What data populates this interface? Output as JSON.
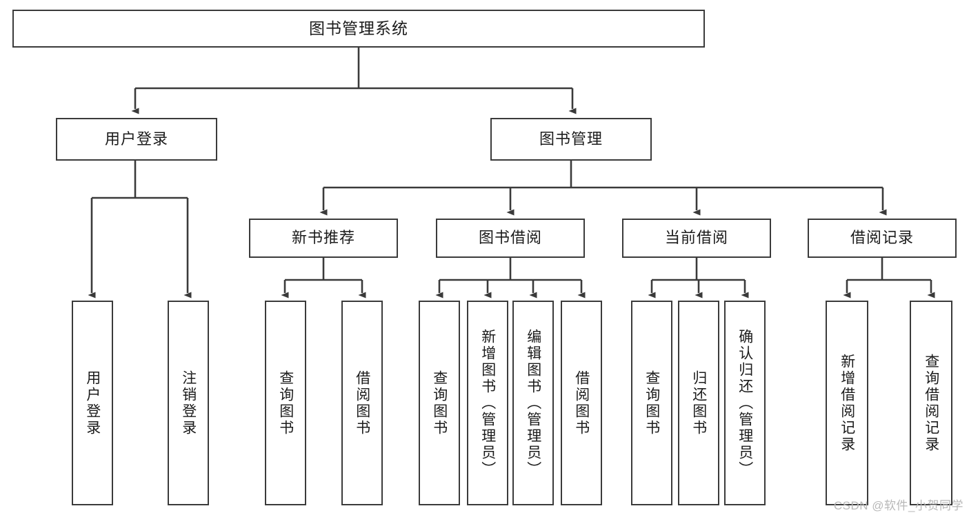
{
  "diagram": {
    "title": "图书管理系统",
    "type": "tree-hierarchy-diagram",
    "colors": {
      "box_border": "#3a3a3a",
      "box_fill": "#ffffff",
      "connector": "#3a3a3a",
      "text": "#1b1b1b",
      "watermark": "#b8b8b8"
    },
    "levels": {
      "level1": [
        {
          "id": "root",
          "label": "图书管理系统"
        }
      ],
      "level2": [
        {
          "id": "user-login",
          "label": "用户登录"
        },
        {
          "id": "book-management",
          "label": "图书管理"
        }
      ],
      "level3": [
        {
          "id": "new-book-recommend",
          "label": "新书推荐"
        },
        {
          "id": "book-borrow",
          "label": "图书借阅"
        },
        {
          "id": "current-borrow",
          "label": "当前借阅"
        },
        {
          "id": "borrow-record",
          "label": "借阅记录"
        }
      ],
      "level4": [
        {
          "id": "leaf-user-login",
          "label": "用户登录",
          "parent": "user-login"
        },
        {
          "id": "leaf-logout-login",
          "label": "注销登录",
          "parent": "user-login"
        },
        {
          "id": "leaf-query-book-1",
          "label": "查询图书",
          "parent": "new-book-recommend"
        },
        {
          "id": "leaf-borrow-book-1",
          "label": "借阅图书",
          "parent": "new-book-recommend"
        },
        {
          "id": "leaf-query-book-2",
          "label": "查询图书",
          "parent": "book-borrow"
        },
        {
          "id": "leaf-add-book",
          "label": "新增图书（管理员）",
          "parent": "book-borrow"
        },
        {
          "id": "leaf-edit-book",
          "label": "编辑图书（管理员）",
          "parent": "book-borrow"
        },
        {
          "id": "leaf-borrow-book-2",
          "label": "借阅图书",
          "parent": "book-borrow"
        },
        {
          "id": "leaf-query-book-3",
          "label": "查询图书",
          "parent": "current-borrow"
        },
        {
          "id": "leaf-return-book",
          "label": "归还图书",
          "parent": "current-borrow"
        },
        {
          "id": "leaf-confirm-return",
          "label": "确认归还（管理员）",
          "parent": "current-borrow"
        },
        {
          "id": "leaf-add-record",
          "label": "新增借阅记录",
          "parent": "borrow-record"
        },
        {
          "id": "leaf-query-record",
          "label": "查询借阅记录",
          "parent": "borrow-record"
        }
      ]
    },
    "watermark": "CSDN @软件_小贺同学"
  }
}
